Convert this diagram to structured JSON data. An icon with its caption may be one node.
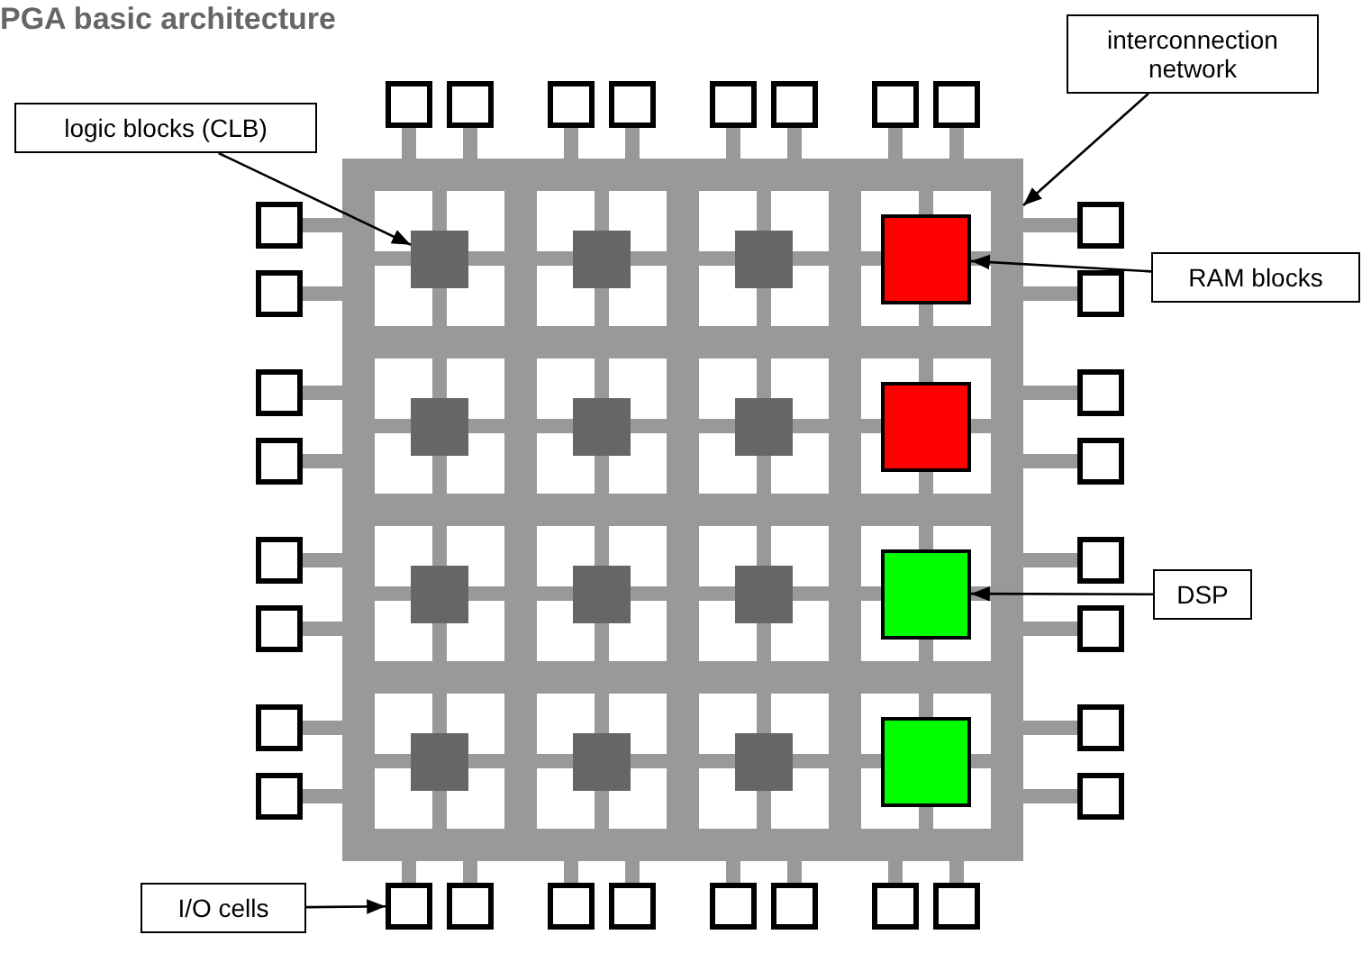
{
  "diagram": {
    "title": "PGA basic architecture",
    "nodes": [
      {
        "text": [
          "logic blocks (CLB)"
        ]
      },
      {
        "text": [
          "interconnection network"
        ]
      },
      {
        "text": [],
        "shape": "box"
      },
      {
        "text": [],
        "shape": "box",
        "in": 2
      },
      {
        "text": [],
        "shape": "box",
        "in": 2
      },
      {
        "text": [],
        "shape": "box",
        "in": 2
      },
      {
        "text": [],
        "shape": "box",
        "in": 2
      },
      {
        "text": [],
        "shape": "box",
        "in": 2
      },
      {
        "text": [],
        "shape": "box",
        "in": 2
      },
      {
        "text": [],
        "shape": "box",
        "in": 2
      },
      {
        "text": [],
        "shape": "box",
        "in": 2
      },
      {
        "text": [],
        "shape": "box",
        "in": 2
      },
      {
        "text": [],
        "shape": "box",
        "in": 2
      },
      {
        "text": [],
        "shape": "box",
        "in": 2
      },
      {
        "text": [],
        "shape": "box",
        "in": 2
      },
      {
        "text": [],
        "shape": "box",
        "in": 2
      },
      {
        "text": [],
        "shape": "box",
        "in": 2
      },
      {
        "text": [],
        "shape": "box",
        "in": 2
      },
      {
        "text": [],
        "shape": "box",
        "in": 2
      },
      {
        "text": [
          "RAM blocks"
        ]
      },
      {
        "text": [
          "DSP"
        ]
      },
      {
        "text": [],
        "shape": "box"
      },
      {
        "text": [],
        "shape": "box"
      },
      {
        "text": [],
        "shape": "box"
      },
      {
        "text": [],
        "shape": "box"
      },
      {
        "text": [],
        "shape": "box"
      },
      {
        "text": [],
        "shape": "box"
      },
      {
        "text": [],
        "shape": "box"
      },
      {
        "text": [],
        "shape": "box"
      },
      {
        "text": [],
        "shape": "box"
      },
      {
        "text": [],
        "shape": "box"
      },
      {
        "text": [],
        "shape": "box"
      },
      {
        "text": [],
        "shape": "box"
      },
      {
        "text": [],
        "shape": "box"
      },
      {
        "text": [],
        "shape": "box"
      },
      {
        "text": [],
        "shape": "box"
      },
      {
        "text": [],
        "shape": "box"
      },
      {
        "text": [],
        "shape": "box"
      },
      {
        "text": [],
        "shape": "box"
      },
      {
        "text": [],
        "shape": "box"
      },
      {
        "text": [],
        "shape": "box"
      },
      {
        "text": [],
        "shape": "box"
      },
      {
        "text": [],
        "shape": "box"
      },
      {
        "text": [],
        "shape": "box"
      },
      {
        "text": [],
        "shape": "box"
      },
      {
        "text": [],
        "shape": "box"
      },
      {
        "text": [],
        "shape": "box"
      },
      {
        "text": [],
        "shape": "box"
      },
      {
        "text": [],
        "shape": "box"
      },
      {
        "text": [],
        "shape": "box"
      },
      {
        "text": [],
        "shape": "box"
      },
      {
        "text": [],
        "shape": "box"
      },
      {
        "text": [],
        "shape": "box"
      },
      {
        "text": [
          "I/O cells"
        ]
      }
    ],
    "edges": [
      {
        "from": 0,
        "to": 3,
        "arrow": "to"
      },
      {
        "from": 1,
        "to": 2,
        "arrow": "to"
      },
      {
        "from": 19,
        "to": 6,
        "arrow": "to"
      },
      {
        "from": 20,
        "to": 14,
        "arrow": "to"
      },
      {
        "from": 53,
        "to": 45,
        "arrow": "to"
      }
    ]
  }
}
